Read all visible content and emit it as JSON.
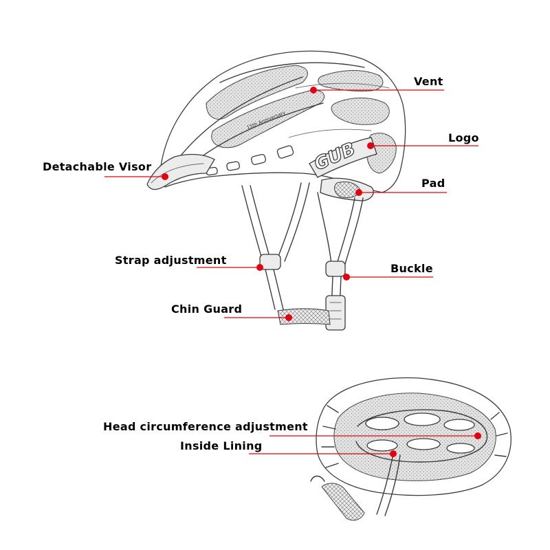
{
  "diagram": {
    "labels": {
      "vent": "Vent",
      "logo": "Logo",
      "visor": "Detachable Visor",
      "pad": "Pad",
      "strap": "Strap adjustment",
      "buckle": "Buckle",
      "chin": "Chin Guard",
      "head_adjust": "Head circumference adjustment",
      "lining": "Inside Lining"
    },
    "helmet_text": {
      "brand": "GUB",
      "anniversary": "15th Anniversary"
    },
    "colors": {
      "leader_line": "#e3000f",
      "marker_dot": "#e3000f",
      "sketch_stroke": "#3a3a3a",
      "background": "#ffffff"
    }
  }
}
